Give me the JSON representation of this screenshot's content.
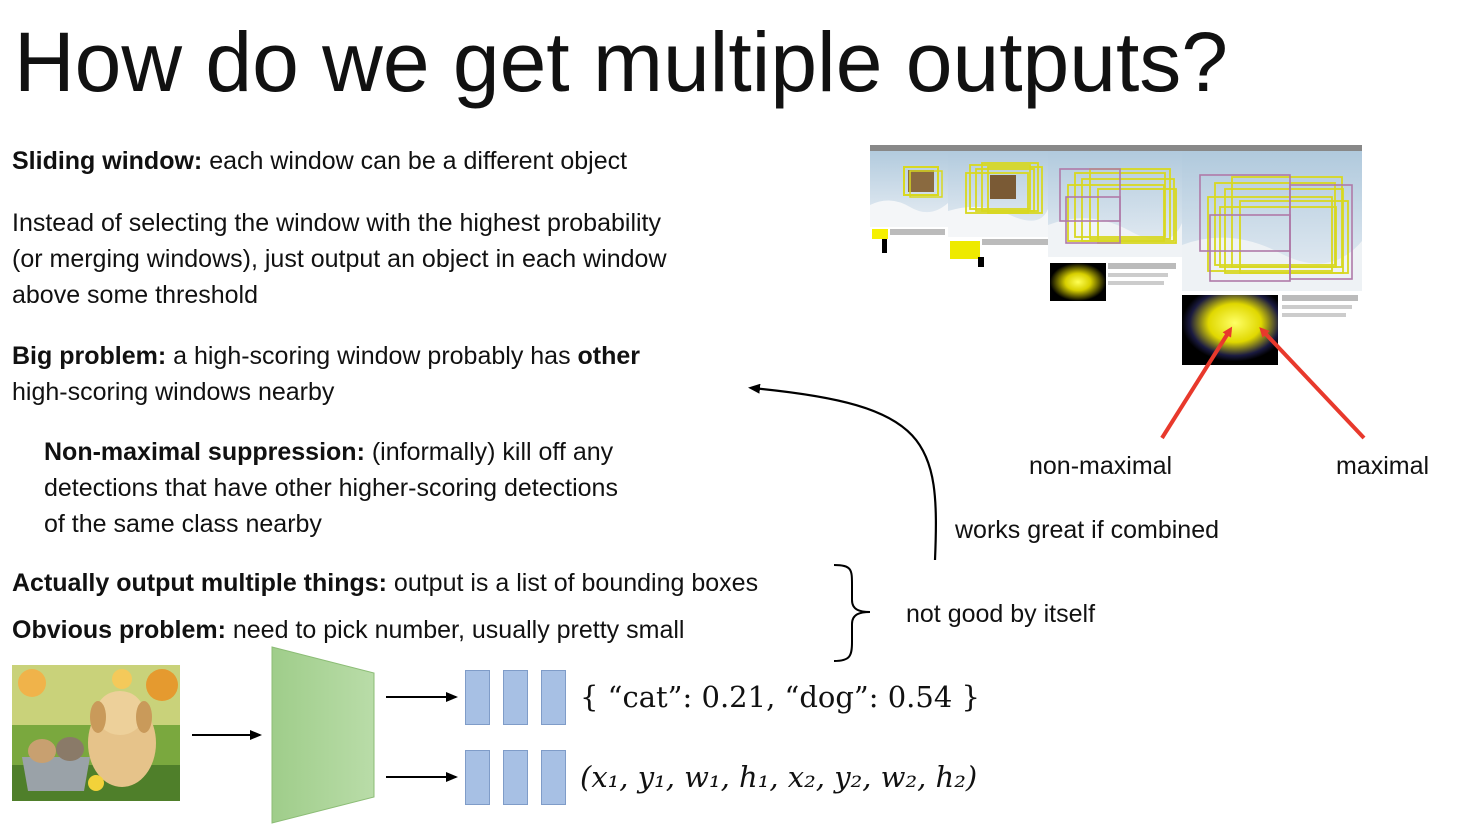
{
  "title": "How do we get multiple outputs?",
  "sliding": {
    "bold": "Sliding window:",
    "text": " each window can be a different object"
  },
  "instead": {
    "line1": "Instead of selecting the window with the highest probability",
    "line2": "(or merging windows), just output an object in each window",
    "line3": "above some threshold"
  },
  "big_problem": {
    "bold": "Big problem:",
    "text1": " a high-scoring window probably has ",
    "bold2": "other",
    "line2": "high-scoring windows nearby"
  },
  "nms": {
    "bold": "Non-maximal suppression:",
    "text1": " (informally) kill off any",
    "line2": "detections that have other higher-scoring detections",
    "line3": "of the same class nearby"
  },
  "actually": {
    "bold": "Actually output multiple things:",
    "text": " output is a list of bounding boxes"
  },
  "obvious": {
    "bold": "Obvious problem:",
    "text": " need to pick number, usually pretty small"
  },
  "labels": {
    "non_maximal": "non-maximal",
    "maximal": "maximal",
    "works_great": "works great if combined",
    "not_good": "not good by itself"
  },
  "outputs": {
    "class_scores": "{ “cat”: 0.21, “dog”: 0.54 }",
    "box_coords": "(x₁, y₁, w₁, h₁, x₂, y₂, w₂, h₂)"
  },
  "colors": {
    "arrow_red": "#e8392c",
    "network_green": "#9fcd8a",
    "bar_blue": "#a7c0e4"
  }
}
